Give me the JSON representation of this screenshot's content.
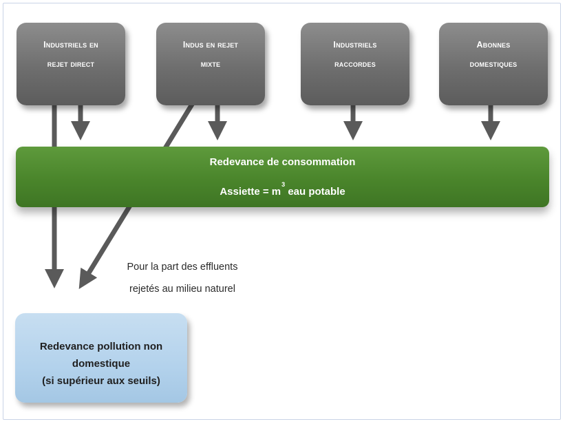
{
  "sources": [
    {
      "label": "Industriels en\nrejet direct"
    },
    {
      "label": "Indus en rejet\nmixte"
    },
    {
      "label": "Industriels\nraccordes"
    },
    {
      "label": "Abonnes\ndomestiques"
    }
  ],
  "consumption": {
    "title": "Redevance de consommation",
    "base_prefix": "Assiette = m",
    "base_exponent": "3",
    "base_suffix": "eau potable"
  },
  "note": {
    "line1": "Pour la part des effluents",
    "line2": "rejetés au milieu naturel"
  },
  "pollution": {
    "line1": "Redevance pollution non",
    "line2": "domestique",
    "line3": "(si supérieur aux seuils)"
  },
  "colors": {
    "source_box": "#6e6e6e",
    "consumption_box": "#4a852b",
    "pollution_box": "#b3d2ec",
    "arrow": "#5a5a5a"
  }
}
